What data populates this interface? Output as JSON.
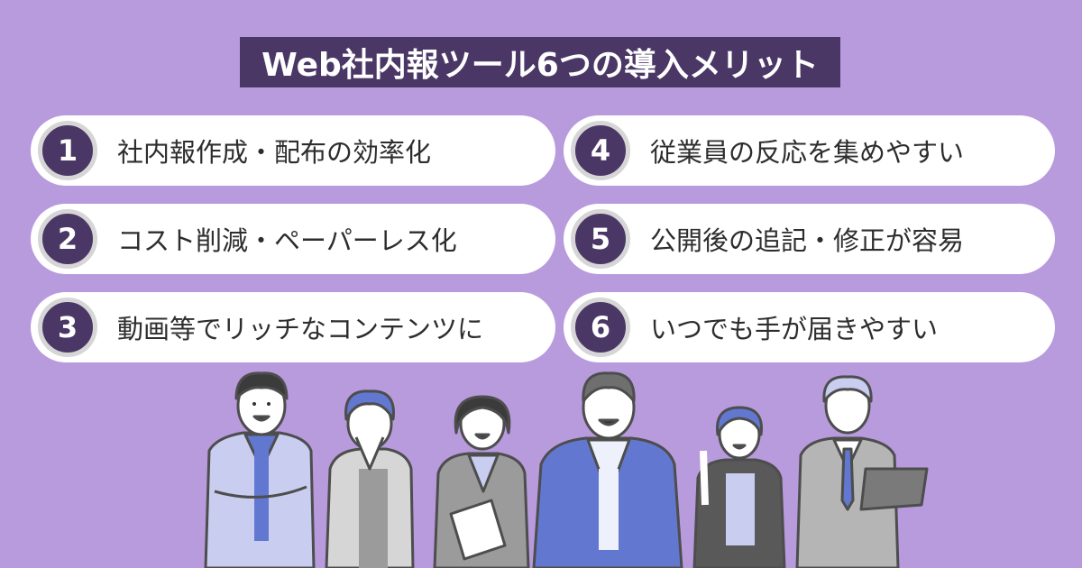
{
  "title": "Web社内報ツール6つの導入メリット",
  "colors": {
    "background": "#b89bdd",
    "title_bg": "#4a3766",
    "badge_bg": "#4a3766",
    "badge_ring": "#d6d6d6",
    "pill_bg": "#ffffff",
    "accent_blue": "#6278d0"
  },
  "merits": [
    {
      "number": "1",
      "label": "社内報作成・配布の効率化"
    },
    {
      "number": "2",
      "label": "コスト削減・ペーパーレス化"
    },
    {
      "number": "3",
      "label": "動画等でリッチなコンテンツに"
    },
    {
      "number": "4",
      "label": "従業員の反応を集めやすい"
    },
    {
      "number": "5",
      "label": "公開後の追記・修正が容易"
    },
    {
      "number": "6",
      "label": "いつでも手が届きやすい"
    }
  ],
  "illustration": {
    "description": "six business people standing in a row"
  }
}
